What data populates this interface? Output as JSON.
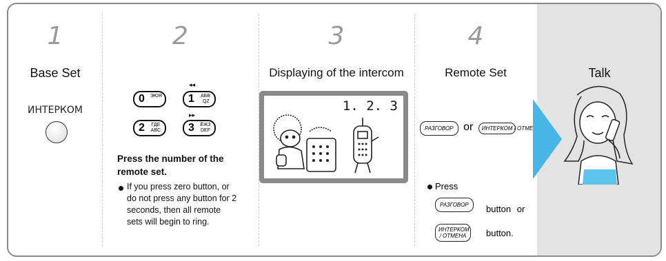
{
  "step1": {
    "number": "1",
    "title": "Base Set",
    "button_label": "ИНТЕРКОМ"
  },
  "step2": {
    "number": "2",
    "keys": [
      {
        "main": "0",
        "sub": "ЭЮЯ"
      },
      {
        "main": "1",
        "sub": "АБВ .QZ",
        "marker": "◂◂"
      },
      {
        "main": "2",
        "sub": "ГДЕ ABC"
      },
      {
        "main": "3",
        "sub": "ЁЖЗ DEF",
        "marker": "▸▸"
      }
    ],
    "instruction": "Press the number of the remote set.",
    "note": "If you press zero button, or do not press any button for 2 seconds, then all remote sets will begin to ring."
  },
  "step3": {
    "number": "3",
    "title": "Displaying of the intercom",
    "screen_text": "1. 2. 3"
  },
  "step4": {
    "number": "4",
    "title": "Remote Set",
    "key_talk": "РАЗГОВОР",
    "key_intercom": "ИНТЕРКОМ / ОТМЕНА",
    "or_text": "or",
    "press_text": "Press",
    "button_or_text": "button or",
    "button_text": "button."
  },
  "talk": {
    "title": "Talk"
  },
  "colors": {
    "arrow": "#47b5e6",
    "talk_panel": "#e3e3e3",
    "step_number": "#9a9a9a"
  }
}
